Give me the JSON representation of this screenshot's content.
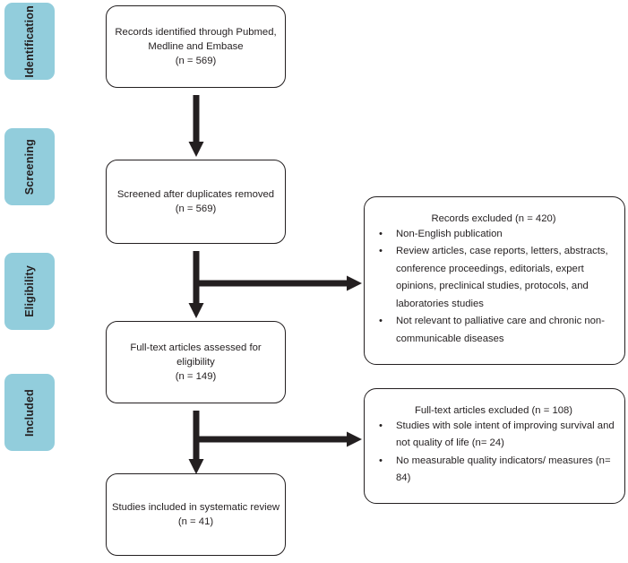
{
  "figure": {
    "type": "prisma-flow-diagram",
    "accent_color": "#92cddc",
    "line_color": "#231f20",
    "background": "#ffffff"
  },
  "stages": [
    {
      "id": "identification",
      "label": "Identification"
    },
    {
      "id": "screening",
      "label": "Screening"
    },
    {
      "id": "eligibility",
      "label": "Eligibility"
    },
    {
      "id": "included",
      "label": "Included"
    }
  ],
  "boxes": {
    "identified": {
      "line1": "Records identified through Pubmed,",
      "line2": "Medline and Embase",
      "line3": "(n = 569)"
    },
    "screened": {
      "line1": "Screened after duplicates removed",
      "line2": "(n = 569)"
    },
    "fulltext": {
      "line1": "Full-text articles assessed for",
      "line2": "eligibility",
      "line3": "(n = 149)"
    },
    "included": {
      "line1": "Studies included in systematic review",
      "line2": "(n = 41)"
    }
  },
  "excluded": {
    "records": {
      "title": "Records excluded (n = 420)",
      "bullet_glyph": "•",
      "items": [
        "Non-English publication",
        "Review articles, case reports, letters, abstracts, conference proceedings, editorials, expert opinions, preclinical studies, protocols, and laboratories studies",
        "Not relevant to palliative care and chronic non-communicable diseases"
      ]
    },
    "fulltext": {
      "title": "Full-text articles excluded (n = 108)",
      "bullet_glyph": "•",
      "items": [
        "Studies with sole intent of improving survival and not quality of life (n= 24)",
        "No measurable quality indicators/ measures (n= 84)"
      ]
    }
  },
  "connectors": [
    {
      "id": "identified-to-screened",
      "kind": "down-arrow"
    },
    {
      "id": "screened-to-fulltext",
      "kind": "tee-arrow"
    },
    {
      "id": "fulltext-to-included",
      "kind": "tee-arrow"
    }
  ]
}
